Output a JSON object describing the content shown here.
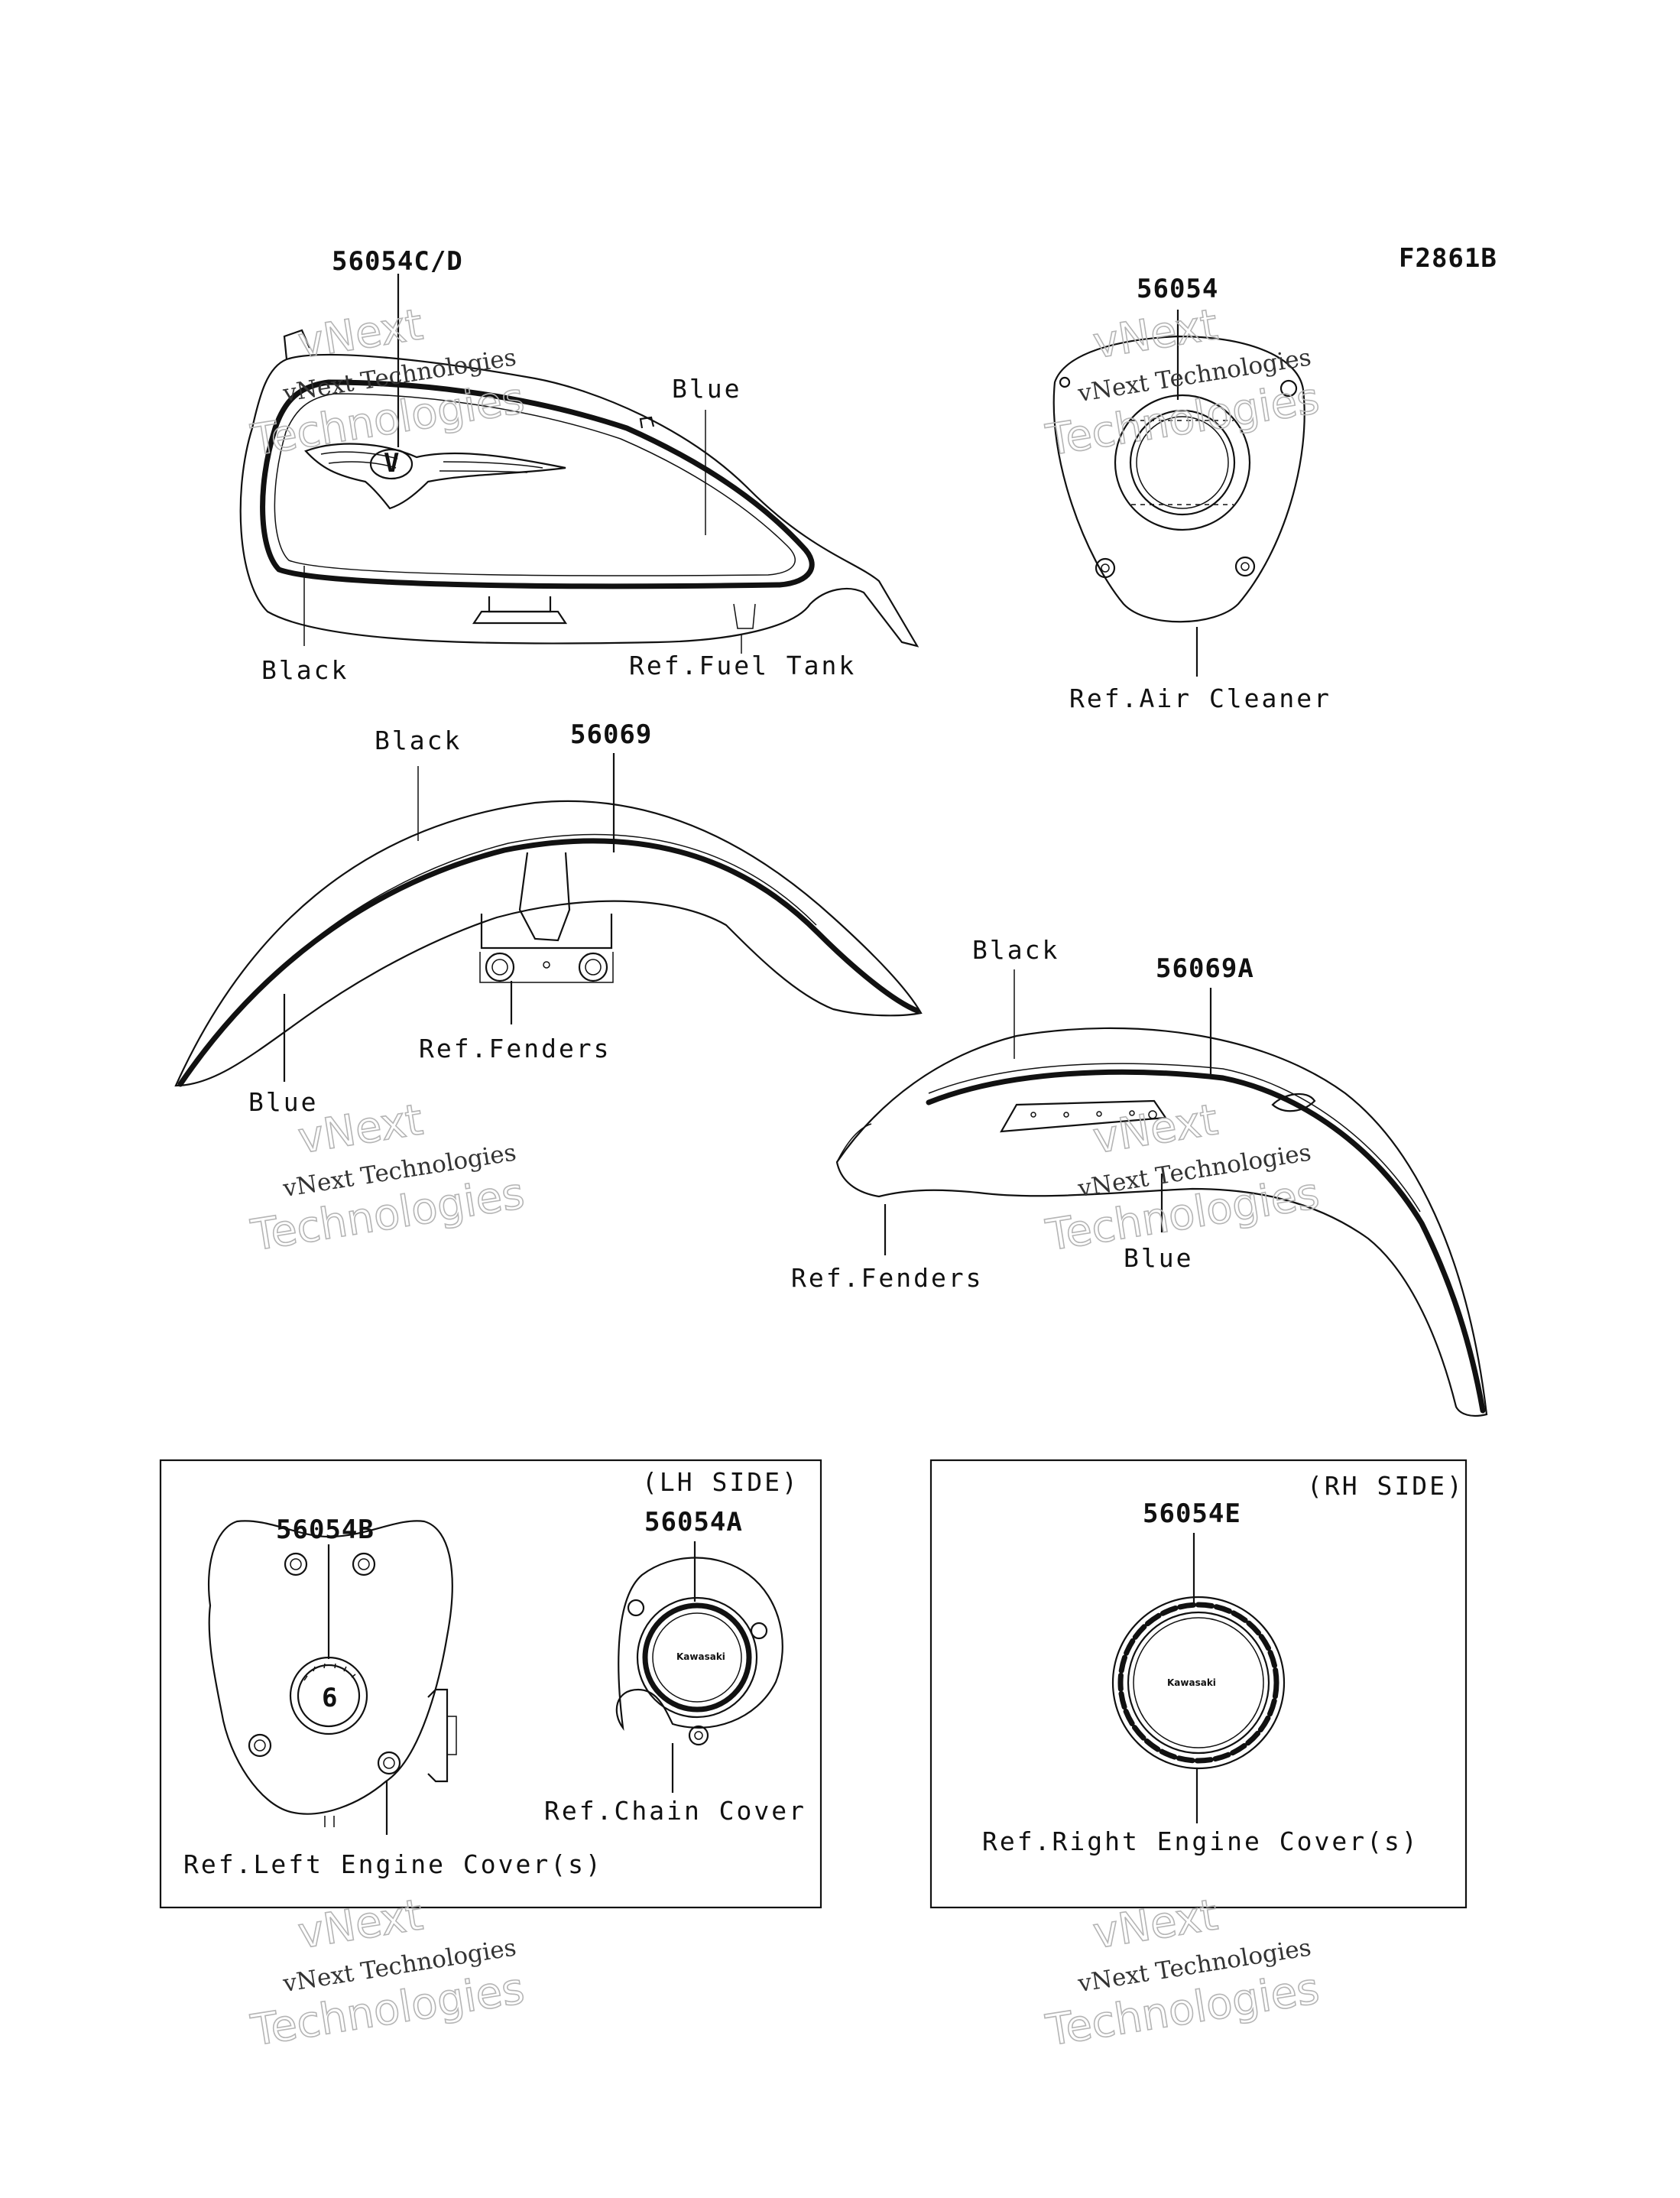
{
  "figure_code": "F2861B",
  "labels": {
    "tank_part": "56054C/D",
    "tank_blue": "Blue",
    "tank_black": "Black",
    "tank_ref": "Ref.Fuel Tank",
    "aircleaner_part": "56054",
    "aircleaner_ref": "Ref.Air Cleaner",
    "ffender_black": "Black",
    "ffender_part": "56069",
    "ffender_ref": "Ref.Fenders",
    "ffender_blue": "Blue",
    "rfender_black": "Black",
    "rfender_part": "56069A",
    "rfender_ref": "Ref.Fenders",
    "rfender_blue": "Blue",
    "lh_side": "(LH SIDE)",
    "lh_part_b": "56054B",
    "lh_part_a": "56054A",
    "lh_ref_chain": "Ref.Chain Cover",
    "lh_ref_engine": "Ref.Left Engine Cover(s)",
    "rh_side": "(RH SIDE)",
    "rh_part": "56054E",
    "rh_ref": "Ref.Right Engine Cover(s)"
  },
  "emblem_text": "Kawasaki",
  "tank_logo_letter": "V",
  "gauge_digit": "6",
  "watermark": {
    "line1": "vNext Technologies",
    "line2": "vNext",
    "line3": "Technologies"
  },
  "colors": {
    "ink": "#111111",
    "watermark_outline": "#b5b5b5",
    "background": "#ffffff"
  }
}
